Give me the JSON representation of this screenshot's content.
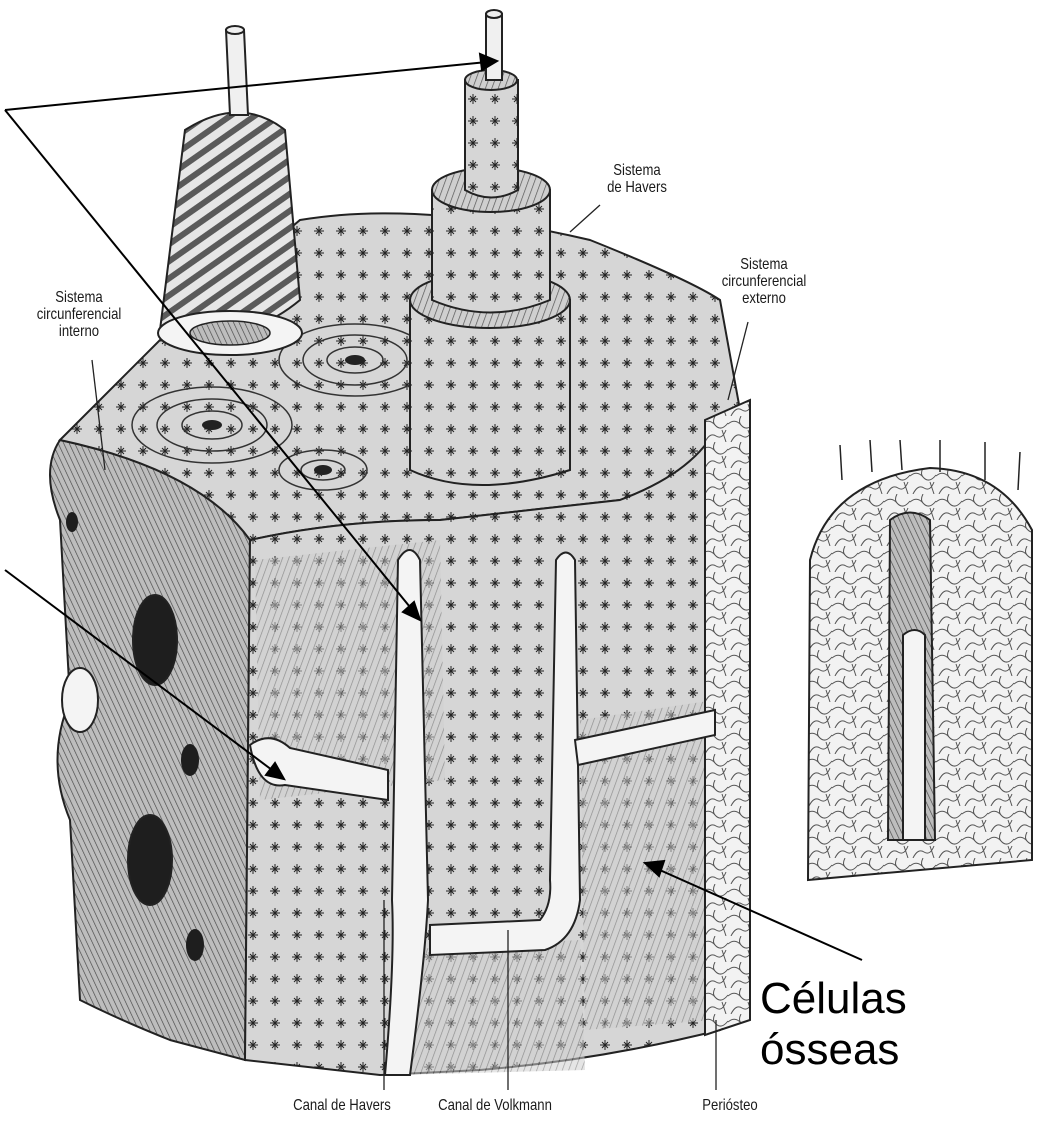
{
  "labels": {
    "havers_system": "Sistema\nde Havers",
    "external_circumferential": "Sistema\ncircunferencial\nexterno",
    "internal_circumferential": "Sistema\ncircunferencial\ninterno",
    "havers_canal": "Canal de Havers",
    "volkmann_canal": "Canal de Volkmann",
    "periosteum": "Periósteo",
    "bone_cells": "Células\nósseas"
  },
  "colors": {
    "ink": "#1a1a1a",
    "bone_fill": "#d9d9d9",
    "bone_dark": "#8a8a8a",
    "canal_fill": "#f4f4f4",
    "background": "#ffffff"
  }
}
